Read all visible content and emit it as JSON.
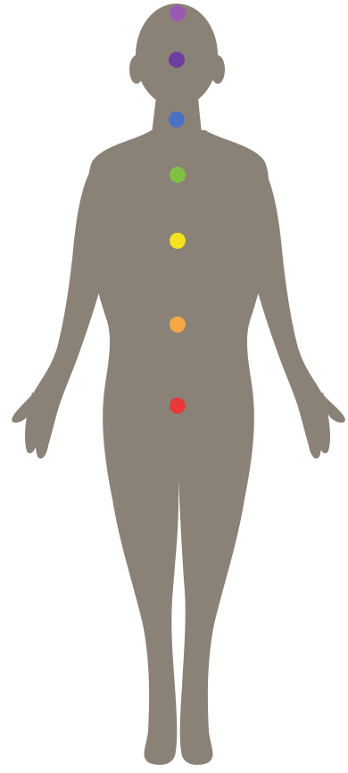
{
  "figure": {
    "body_color": "#8a8177",
    "background_color": "#ffffff"
  },
  "chakras": [
    {
      "id": "crown",
      "color": "#9b59b6"
    },
    {
      "id": "third-eye",
      "color": "#6c3fa0"
    },
    {
      "id": "throat",
      "color": "#4a72c4"
    },
    {
      "id": "heart",
      "color": "#7fc143"
    },
    {
      "id": "solar-plexus",
      "color": "#f5e11e"
    },
    {
      "id": "sacral",
      "color": "#f5a844"
    },
    {
      "id": "root",
      "color": "#e8383a"
    }
  ]
}
